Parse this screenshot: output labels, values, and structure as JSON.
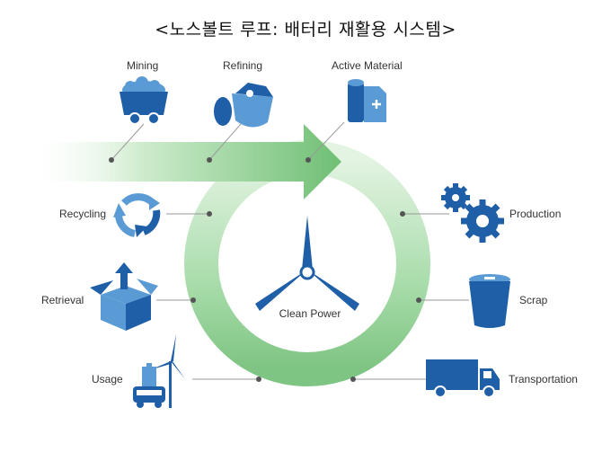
{
  "title": "<노스볼트 루프: 배터리 재활용 시스템>",
  "center": {
    "label": "Clean Power"
  },
  "nodes": [
    {
      "id": "mining",
      "label": "Mining",
      "icon": "mine-cart-icon"
    },
    {
      "id": "refining",
      "label": "Refining",
      "icon": "refining-crucible-icon"
    },
    {
      "id": "active-material",
      "label": "Active Material",
      "icon": "battery-cell-icon"
    },
    {
      "id": "production",
      "label": "Production",
      "icon": "gears-icon"
    },
    {
      "id": "scrap",
      "label": "Scrap",
      "icon": "scrap-bin-icon"
    },
    {
      "id": "transportation",
      "label": "Transportation",
      "icon": "truck-icon"
    },
    {
      "id": "usage",
      "label": "Usage",
      "icon": "wind-turbine-battery-icon"
    },
    {
      "id": "retrieval",
      "label": "Retrieval",
      "icon": "open-box-icon"
    },
    {
      "id": "recycling",
      "label": "Recycling",
      "icon": "recycle-arrows-icon"
    }
  ],
  "colors": {
    "icon_dark": "#1f5fa8",
    "icon_light": "#5b9bd5",
    "loop_green": "#8ccf8f",
    "loop_pale": "#dff1de",
    "leader_line": "#999999",
    "dot": "#555555"
  }
}
